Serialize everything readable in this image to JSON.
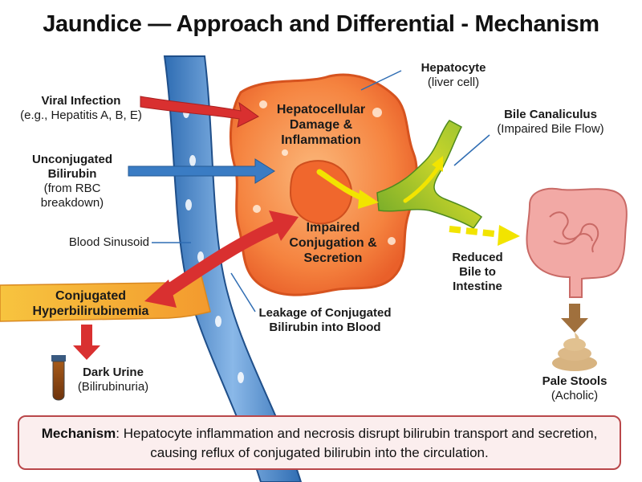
{
  "title": "Jaundice — Approach and Differential - Mechanism",
  "labels": {
    "hepatocyte_title": "Hepatocyte",
    "hepatocyte_sub": "(liver cell)",
    "viral_title": "Viral Infection",
    "viral_sub": "(e.g., Hepatitis A, B, E)",
    "uncon_line1": "Unconjugated",
    "uncon_line2": "Bilirubin",
    "uncon_line3": "(from RBC",
    "uncon_line4": "breakdown)",
    "sinusoid": "Blood Sinusoid",
    "damage_line1": "Hepatocellular",
    "damage_line2": "Damage &",
    "damage_line3": "Inflammation",
    "impaired_line1": "Impaired",
    "impaired_line2": "Conjugation &",
    "impaired_line3": "Secretion",
    "canaliculus_title": "Bile Canaliculus",
    "canaliculus_sub": "(Impaired Bile Flow)",
    "reduced_line1": "Reduced",
    "reduced_line2": "Bile to",
    "reduced_line3": "Intestine",
    "conj_line1": "Conjugated",
    "conj_line2": "Hyperbilirubinemia",
    "leak_line1": "Leakage of Conjugated",
    "leak_line2": "Bilirubin into Blood",
    "urine_title": "Dark Urine",
    "urine_sub": "(Bilirubinuria)",
    "stool_title": "Pale Stools",
    "stool_sub": "(Acholic)"
  },
  "mechanism": {
    "heading": "Mechanism",
    "text": ": Hepatocyte inflammation and necrosis disrupt bilirubin transport and secretion, causing reflux of conjugated bilirubin into the circulation."
  },
  "colors": {
    "vessel": "#4a86c9",
    "hepatocyte": "#f47a3a",
    "arrow_red": "#d93030",
    "arrow_blue": "#3a7cc4",
    "arrow_yellow": "#f2e400",
    "bile_green": "#7fb82e",
    "intestine": "#f0a3a0",
    "conj_band": "#f5b73a",
    "box_border": "#b9474a"
  }
}
